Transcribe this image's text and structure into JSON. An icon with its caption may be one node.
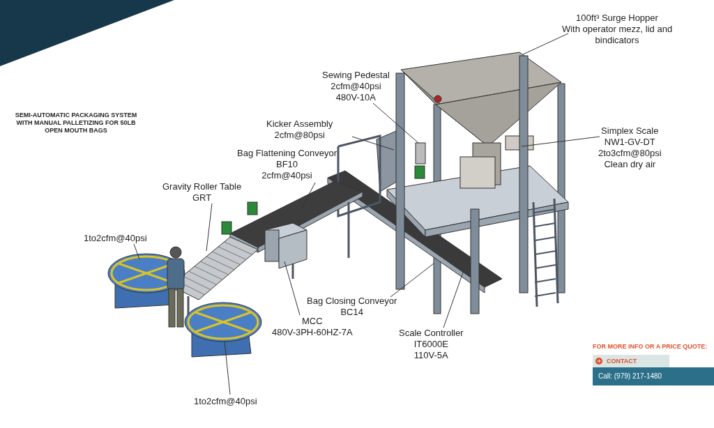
{
  "diagram": {
    "title": "SEMI-AUTOMATIC PACKAGING SYSTEM WITH MANUAL PALLETIZING FOR 50LB OPEN MOUTH BAGS",
    "nodes": [
      {
        "text": [
          "100ft³ Surge Hopper",
          "With operator mezz, lid and bindicators"
        ]
      },
      {
        "text": [
          "Sewing Pedestal",
          "2cfm@40psi",
          "480V-10A"
        ]
      },
      {
        "text": [
          "Kicker Assembly",
          "2cfm@80psi"
        ]
      },
      {
        "text": [
          "Simplex Scale",
          "NW1-GV-DT",
          "2to3cfm@80psi",
          "Clean dry air"
        ]
      },
      {
        "text": [
          "Bag Flattening Conveyor",
          "BF10",
          "2cfm@40psi"
        ]
      },
      {
        "text": [
          "Gravity Roller Table",
          "GRT"
        ]
      },
      {
        "text": [
          "1to2cfm@40psi"
        ]
      },
      {
        "text": [
          "Bag Closing Conveyor",
          "BC14"
        ]
      },
      {
        "text": [
          "MCC",
          "480V-3PH-60HZ-7A"
        ]
      },
      {
        "text": [
          "Scale Controller",
          "IT6000E",
          "110V-5A"
        ]
      },
      {
        "text": [
          "1to2cfm@40psi"
        ]
      }
    ],
    "edges": [
      {
        "from": 0,
        "to": null,
        "arrow": "none"
      },
      {
        "from": 1,
        "to": null,
        "arrow": "none"
      },
      {
        "from": 2,
        "to": null,
        "arrow": "none"
      },
      {
        "from": 3,
        "to": null,
        "arrow": "none"
      },
      {
        "from": 4,
        "to": null,
        "arrow": "none"
      },
      {
        "from": 5,
        "to": null,
        "arrow": "none"
      },
      {
        "from": 6,
        "to": null,
        "arrow": "none"
      },
      {
        "from": 7,
        "to": null,
        "arrow": "none"
      },
      {
        "from": 8,
        "to": null,
        "arrow": "none"
      },
      {
        "from": 9,
        "to": null,
        "arrow": "none"
      },
      {
        "from": 10,
        "to": null,
        "arrow": "none"
      }
    ],
    "labels": [
      "FOR MORE INFO OR A PRICE QUOTE:",
      "CONTACT",
      "Call: (979) 217-1480"
    ]
  }
}
